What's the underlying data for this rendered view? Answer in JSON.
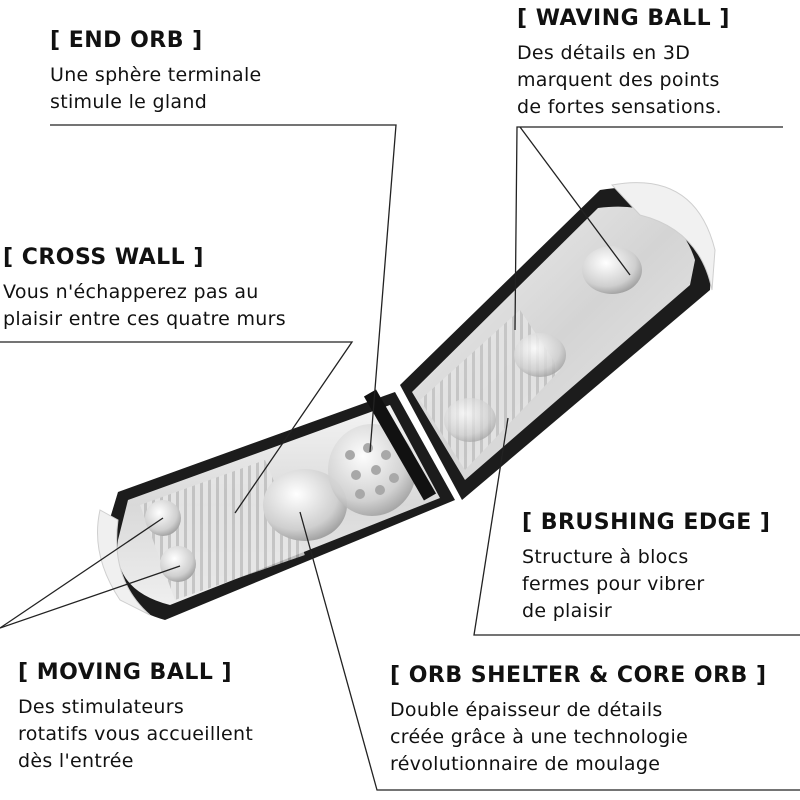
{
  "callouts": {
    "end_orb": {
      "title": "[ END ORB ]",
      "text": "Une sphère terminale\nstimule le gland"
    },
    "waving_ball": {
      "title": "[ WAVING BALL ]",
      "text": "Des détails en 3D\nmarquent des points\nde fortes sensations."
    },
    "cross_wall": {
      "title": "[ CROSS WALL ]",
      "text": "Vous n'échapperez pas au\nplaisir entre ces quatre murs"
    },
    "brushing_edge": {
      "title": "[ BRUSHING EDGE ]",
      "text": "Structure à blocs\nfermes pour vibrer\nde plaisir"
    },
    "moving_ball": {
      "title": "[ MOVING BALL ]",
      "text": "Des stimulateurs\nrotatifs vous accueillent\ndès l'entrée"
    },
    "orb_shelter": {
      "title": "[ ORB SHELTER & CORE ORB ]",
      "text": "Double épaisseur de détails\ncréée grâce à une technologie\nrévolutionnaire de moulage"
    }
  }
}
